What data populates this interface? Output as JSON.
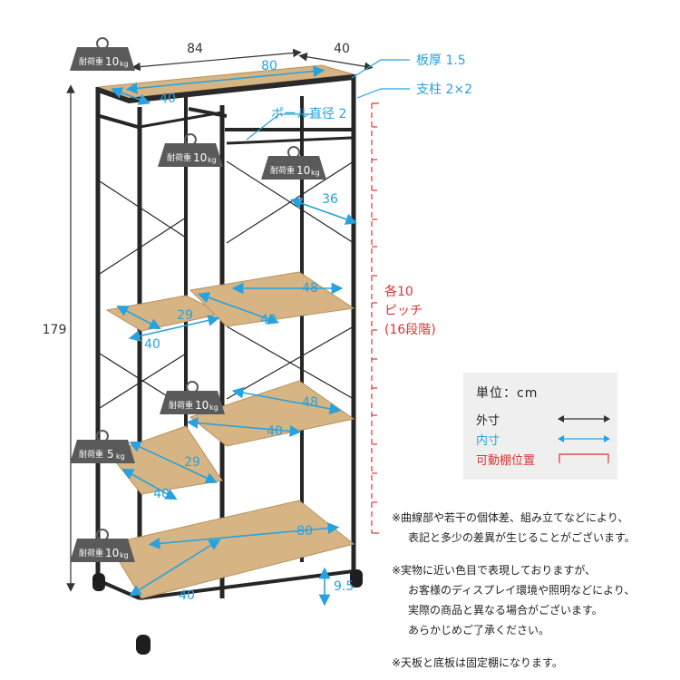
{
  "dimensions": {
    "width": "84",
    "depth": "40",
    "height": "179",
    "top_inner_width": "80",
    "top_inner_depth": "40",
    "rail_depth": "36",
    "shelf_right_width_1": "48",
    "shelf_right_depth_1": "40",
    "shelf_left_width_1": "29",
    "shelf_left_depth_1": "40",
    "shelf_right_width_2": "48",
    "shelf_right_depth_2": "40",
    "shelf_left_width_2": "29",
    "shelf_left_depth_2": "40",
    "bottom_width": "80",
    "bottom_depth": "40",
    "clearance": "9.5"
  },
  "callouts": {
    "board_thickness": "板厚 1.5",
    "pole": "支柱 2×2",
    "pole_diameter": "ポール直径 2",
    "pitch_line1": "各10",
    "pitch_line2": "ピッチ",
    "pitch_line3": "(16段階)"
  },
  "loads": {
    "top": {
      "label": "耐荷重",
      "value": "10",
      "unit": "kg"
    },
    "hanger_left": {
      "label": "耐荷重",
      "value": "10",
      "unit": "kg"
    },
    "hanger_right": {
      "label": "耐荷重",
      "value": "10",
      "unit": "kg"
    },
    "middle": {
      "label": "耐荷重",
      "value": "10",
      "unit": "kg"
    },
    "small_shelf": {
      "label": "耐荷重",
      "value": "5",
      "unit": "kg"
    },
    "bottom": {
      "label": "耐荷重",
      "value": "10",
      "unit": "kg"
    }
  },
  "legend": {
    "title": "単位：cm",
    "outer": "外寸",
    "inner": "内寸",
    "adjustable": "可動棚位置"
  },
  "notes": [
    "※曲線部や若干の個体差、組み立てなどにより、",
    "表記と多少の差異が生じることがございます。",
    "※実物に近い色目で表現しておりますが、",
    "お客様のディスプレイ環境や照明などにより、",
    "実際の商品と異なる場合がございます。",
    "あらかじめご了承ください。",
    "※天板と底板は固定棚になります。"
  ],
  "colors": {
    "frame": "#262626",
    "wood": "#d7b483",
    "wood_edge": "#b8925e",
    "inner_arrow": "#27a2de",
    "outer_arrow": "#333333",
    "pitch_red": "#d93535",
    "weight_badge": "#5a5a5a"
  }
}
